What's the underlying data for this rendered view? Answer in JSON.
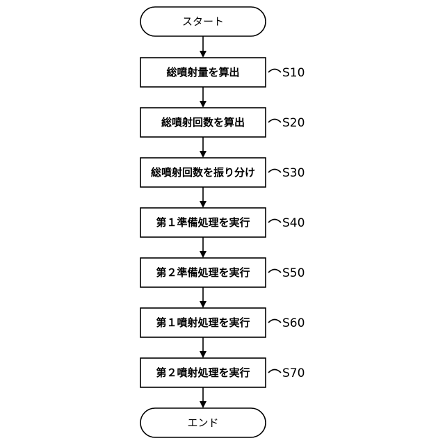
{
  "flow": {
    "start": {
      "label": "スタート"
    },
    "steps": [
      {
        "label": "総噴射量を算出",
        "id": "S10"
      },
      {
        "label": "総噴射回数を算出",
        "id": "S20"
      },
      {
        "label": "総噴射回数を振り分け",
        "id": "S30"
      },
      {
        "label": "第１準備処理を実行",
        "id": "S40"
      },
      {
        "label": "第２準備処理を実行",
        "id": "S50"
      },
      {
        "label": "第１噴射処理を実行",
        "id": "S60"
      },
      {
        "label": "第２噴射処理を実行",
        "id": "S70"
      }
    ],
    "end": {
      "label": "エンド"
    }
  }
}
